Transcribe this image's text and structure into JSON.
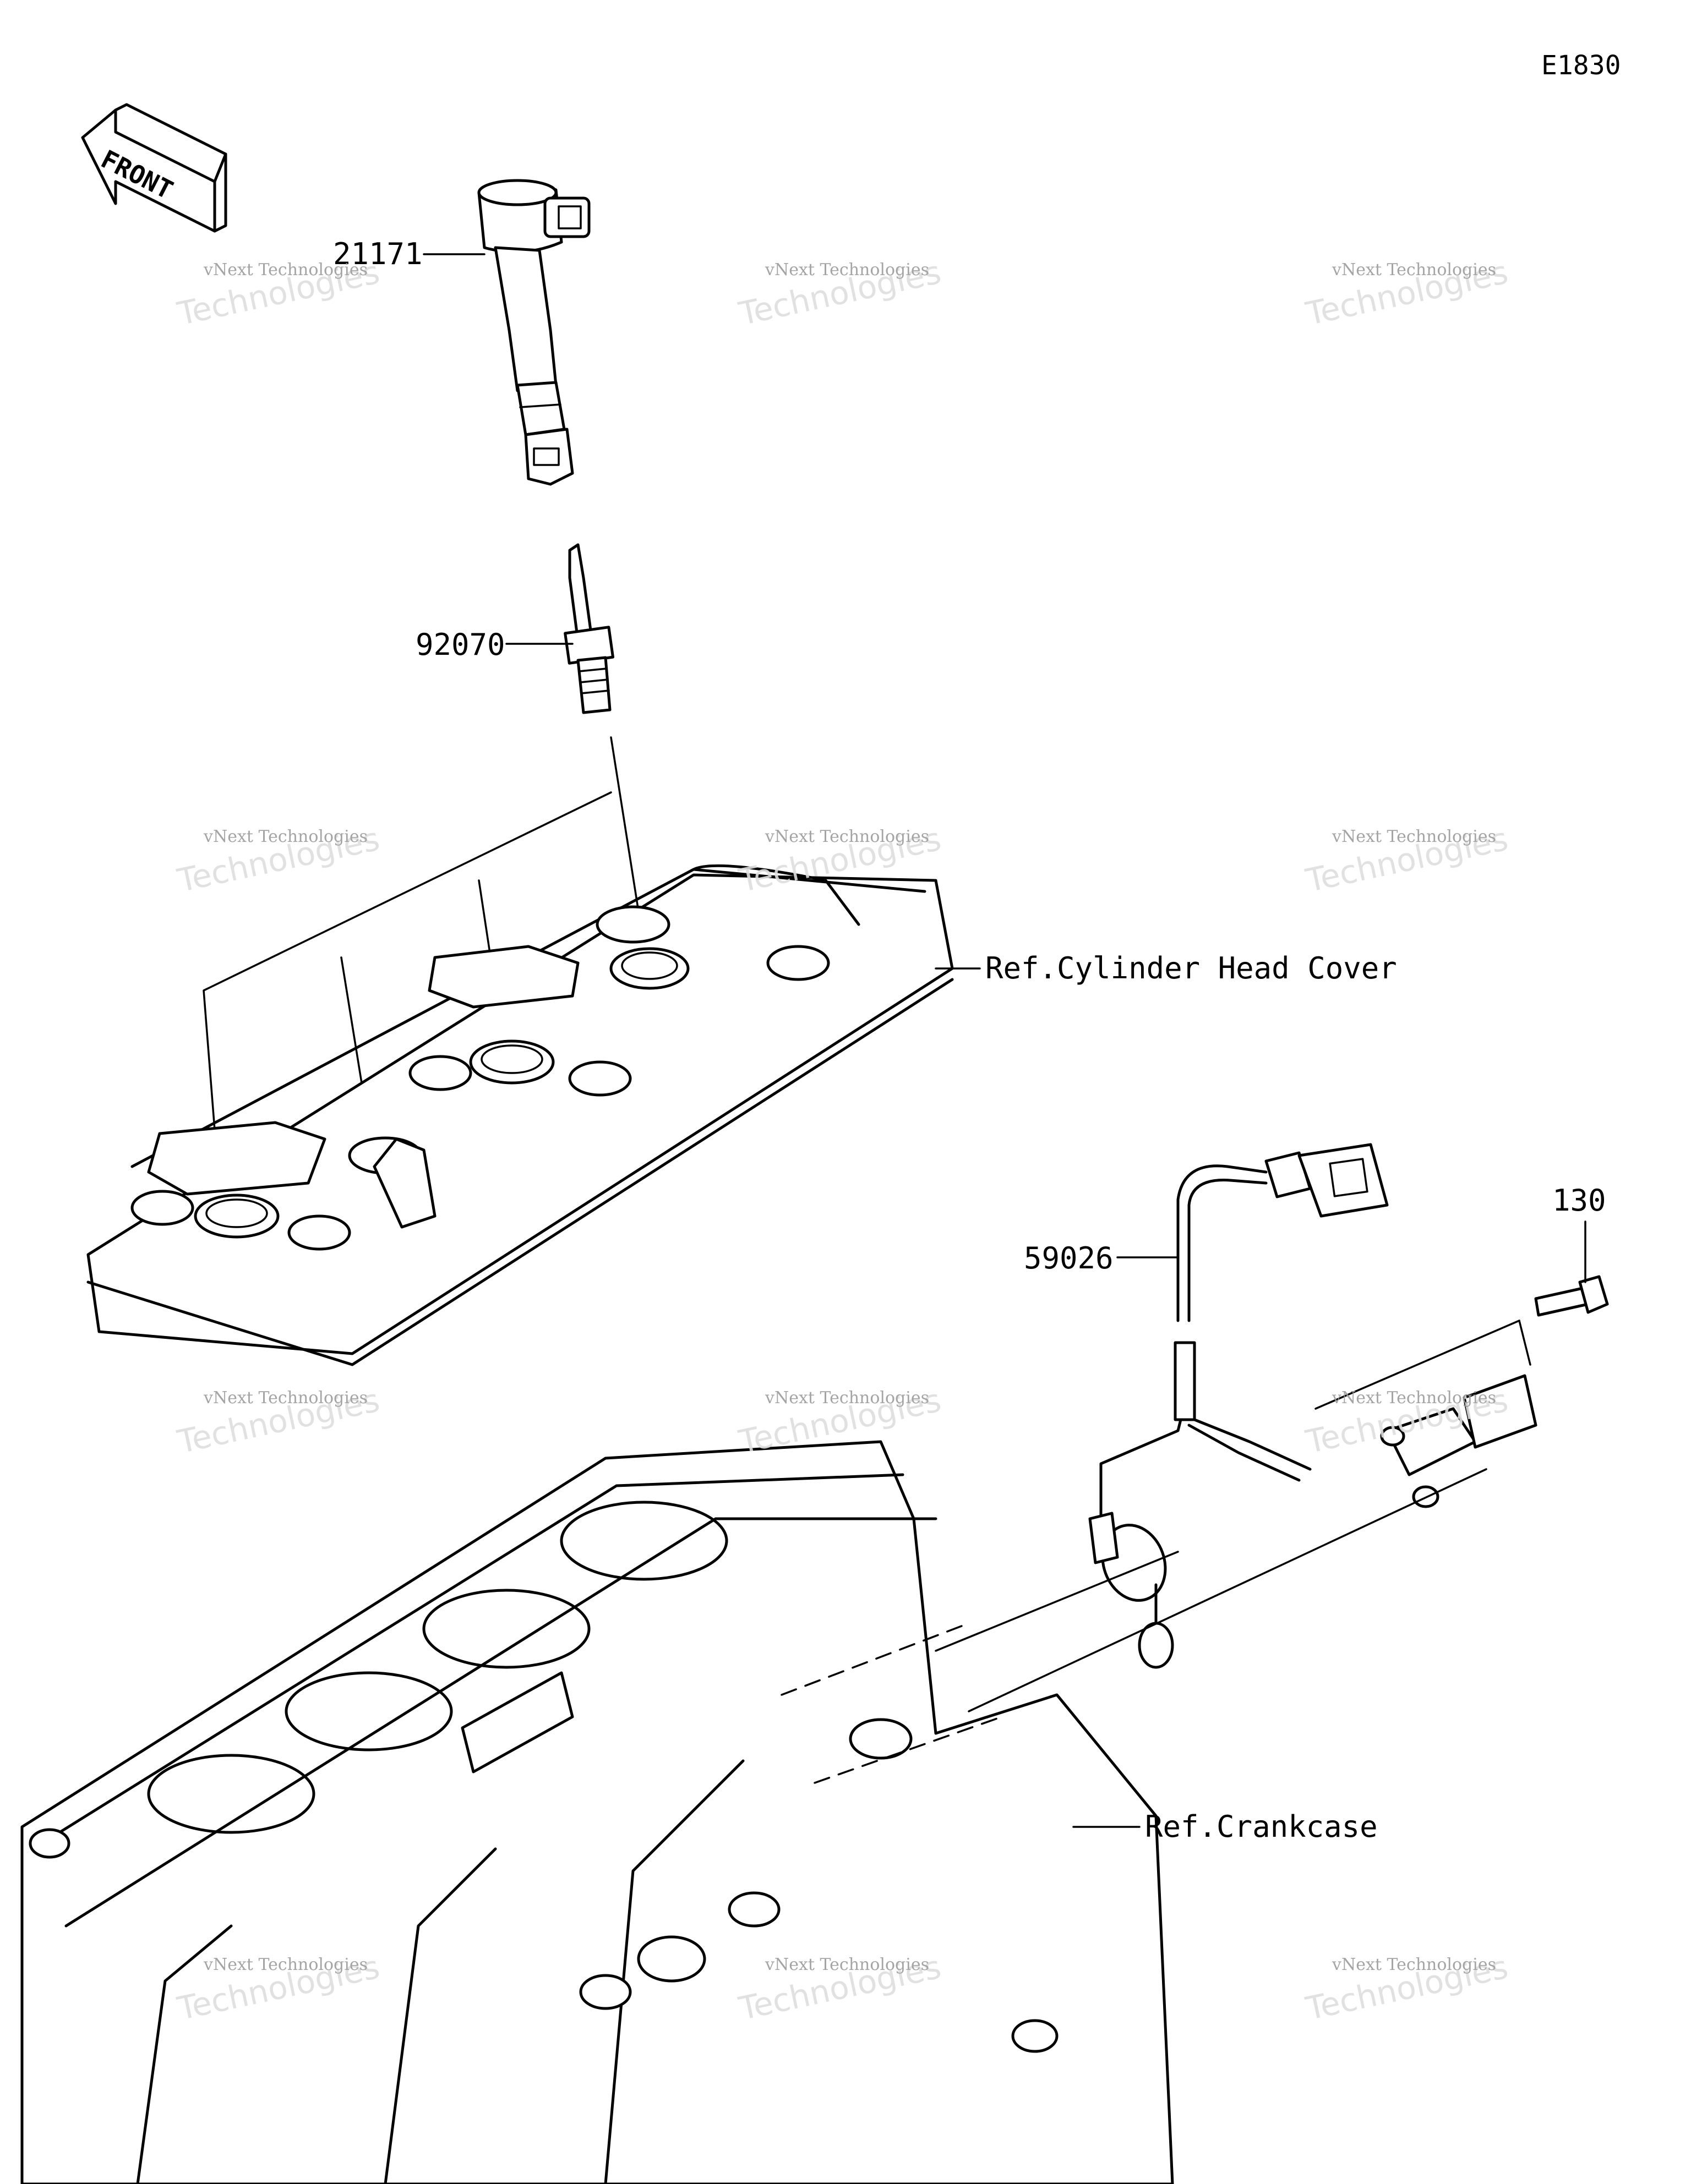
{
  "diagram_code": "E1830",
  "front_label": "FRONT",
  "parts": [
    {
      "number": "21171"
    },
    {
      "number": "92070"
    },
    {
      "number": "59026"
    },
    {
      "number": "130"
    }
  ],
  "references": [
    {
      "text": "Ref.Cylinder Head Cover"
    },
    {
      "text": "Ref.Crankcase"
    }
  ],
  "watermark": {
    "line1": "vNext Technologies",
    "line2": "Technologies",
    "overlay": "vNext"
  }
}
